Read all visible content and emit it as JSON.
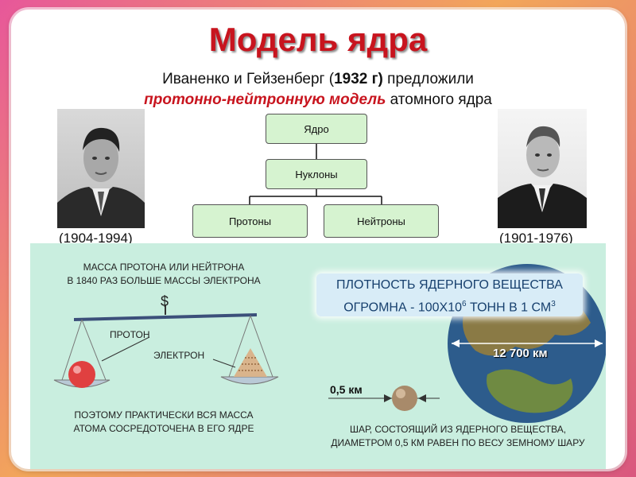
{
  "title": "Модель ядра",
  "subtitle": {
    "line1_pre": "Иваненко и Гейзенберг (",
    "line1_year": "1932 г)",
    "line1_post": " предложили",
    "line2_highlight": "протонно-нейтронную модель",
    "line2_post": " атомного ядра"
  },
  "left_person": {
    "years": "(1904-1994)"
  },
  "right_person": {
    "years": "(1901-1976)"
  },
  "tree": {
    "root": "Ядро",
    "middle": "Нуклоны",
    "left_leaf": "Протоны",
    "right_leaf": "Нейтроны"
  },
  "scale": {
    "mass_line1": "МАССА ПРОТОНА ИЛИ НЕЙТРОНА",
    "mass_line2": "В 1840 РАЗ БОЛЬШЕ МАССЫ ЭЛЕКТРОНА",
    "proton_label": "ПРОТОН",
    "electron_label": "ЭЛЕКТРОН",
    "concl_line1": "ПОЭТОМУ ПРАКТИЧЕСКИ ВСЯ МАССА",
    "concl_line2": "АТОМА СОСРЕДОТОЧЕНА В ЕГО ЯДРЕ",
    "balance_symbol": "$"
  },
  "density": {
    "line1": "ПЛОТНОСТЬ ЯДЕРНОГО ВЕЩЕСТВА",
    "line2_pre": "ОГРОМНА - 100х10",
    "line2_exp": "6",
    "line2_mid": " ТОНН В 1 см",
    "line2_exp2": "3"
  },
  "earth": {
    "diameter_label": "12 700 км",
    "ball_label": "0,5 км",
    "caption_line1": "ШАР, СОСТОЯЩИЙ ИЗ ЯДЕРНОГО ВЕЩЕСТВА,",
    "caption_line2": "ДИАМЕТРОМ 0,5 км РАВЕН ПО ВЕСУ ЗЕМНОМУ ШАРУ"
  },
  "colors": {
    "title_red": "#c8141e",
    "node_fill": "#d6f3d0",
    "lower_panel": "#c9eedf",
    "density_text": "#17406e"
  }
}
